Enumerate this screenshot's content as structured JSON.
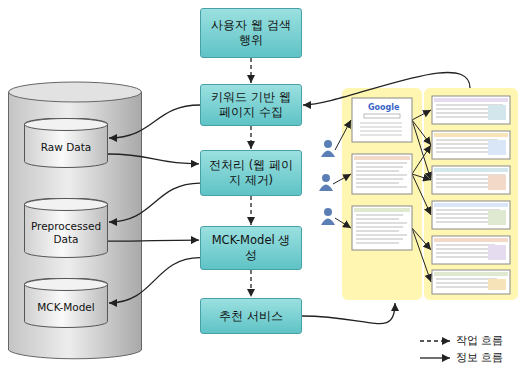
{
  "diagram": {
    "nodes": [
      {
        "text": [
          "사용자 웹 검색 행위"
        ]
      },
      {
        "text": [
          "키워드 기반 웹 페이지 수집"
        ]
      },
      {
        "text": [
          "Raw Data"
        ]
      },
      {
        "text": [
          "전처리 (웹 페이지 제거)"
        ]
      },
      {
        "text": [
          "Preprocessed Data"
        ]
      },
      {
        "text": [
          "MCK-Model 생성"
        ]
      },
      {
        "text": [
          "MCK-Model"
        ]
      },
      {
        "text": [
          "추천 서비스"
        ]
      }
    ],
    "edges": [
      {
        "from": 0,
        "to": 1,
        "arrow": "to"
      },
      {
        "from": 1,
        "to": 3,
        "arrow": "to"
      },
      {
        "from": 3,
        "to": 5,
        "arrow": "to"
      },
      {
        "from": 5,
        "to": 7,
        "arrow": "to"
      },
      {
        "from": 1,
        "to": 2,
        "arrow": "to"
      },
      {
        "from": 2,
        "to": 3,
        "arrow": "to"
      },
      {
        "from": 3,
        "to": 4,
        "arrow": "to"
      },
      {
        "from": 4,
        "to": 5,
        "arrow": "to"
      },
      {
        "from": 5,
        "to": 6,
        "arrow": "to"
      }
    ],
    "labels": [
      "Google"
    ],
    "legend": [
      {
        "text": "작업 흐름"
      },
      {
        "text": "정보 흐름"
      }
    ]
  }
}
